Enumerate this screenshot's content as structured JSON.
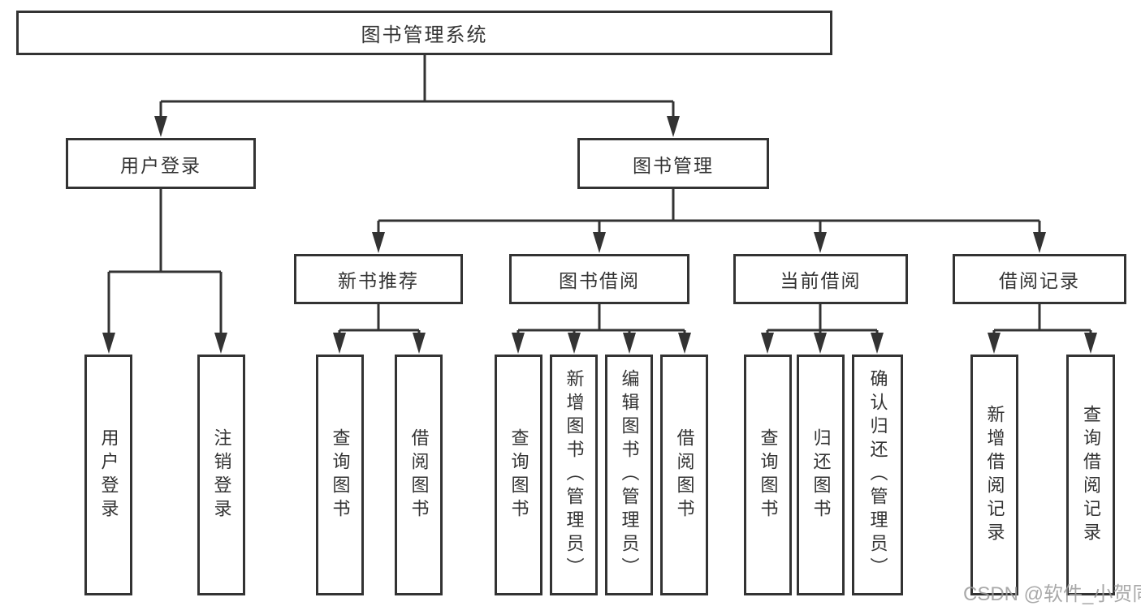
{
  "nodes": {
    "root": "图书管理系统",
    "user_login": "用户登录",
    "book_management": "图书管理",
    "new_book_recommend": "新书推荐",
    "book_borrowing": "图书借阅",
    "current_borrowing": "当前借阅",
    "borrowing_records": "借阅记录"
  },
  "leaves": {
    "user_login_children": [
      "用户登录",
      "注销登录"
    ],
    "new_book_children": [
      "查询图书",
      "借阅图书"
    ],
    "book_borrowing_children": [
      "查询图书",
      "新增图书（管理员）",
      "编辑图书（管理员）",
      "借阅图书"
    ],
    "current_borrowing_children": [
      "查询图书",
      "归还图书",
      "确认归还（管理员）"
    ],
    "borrowing_records_children": [
      "新增借阅记录",
      "查询借阅记录"
    ]
  },
  "watermark": "CSDN @软件_小贺同学",
  "colors": {
    "line": "#333333",
    "text": "#333333",
    "watermark": "#9b9b9b",
    "background": "#ffffff"
  }
}
